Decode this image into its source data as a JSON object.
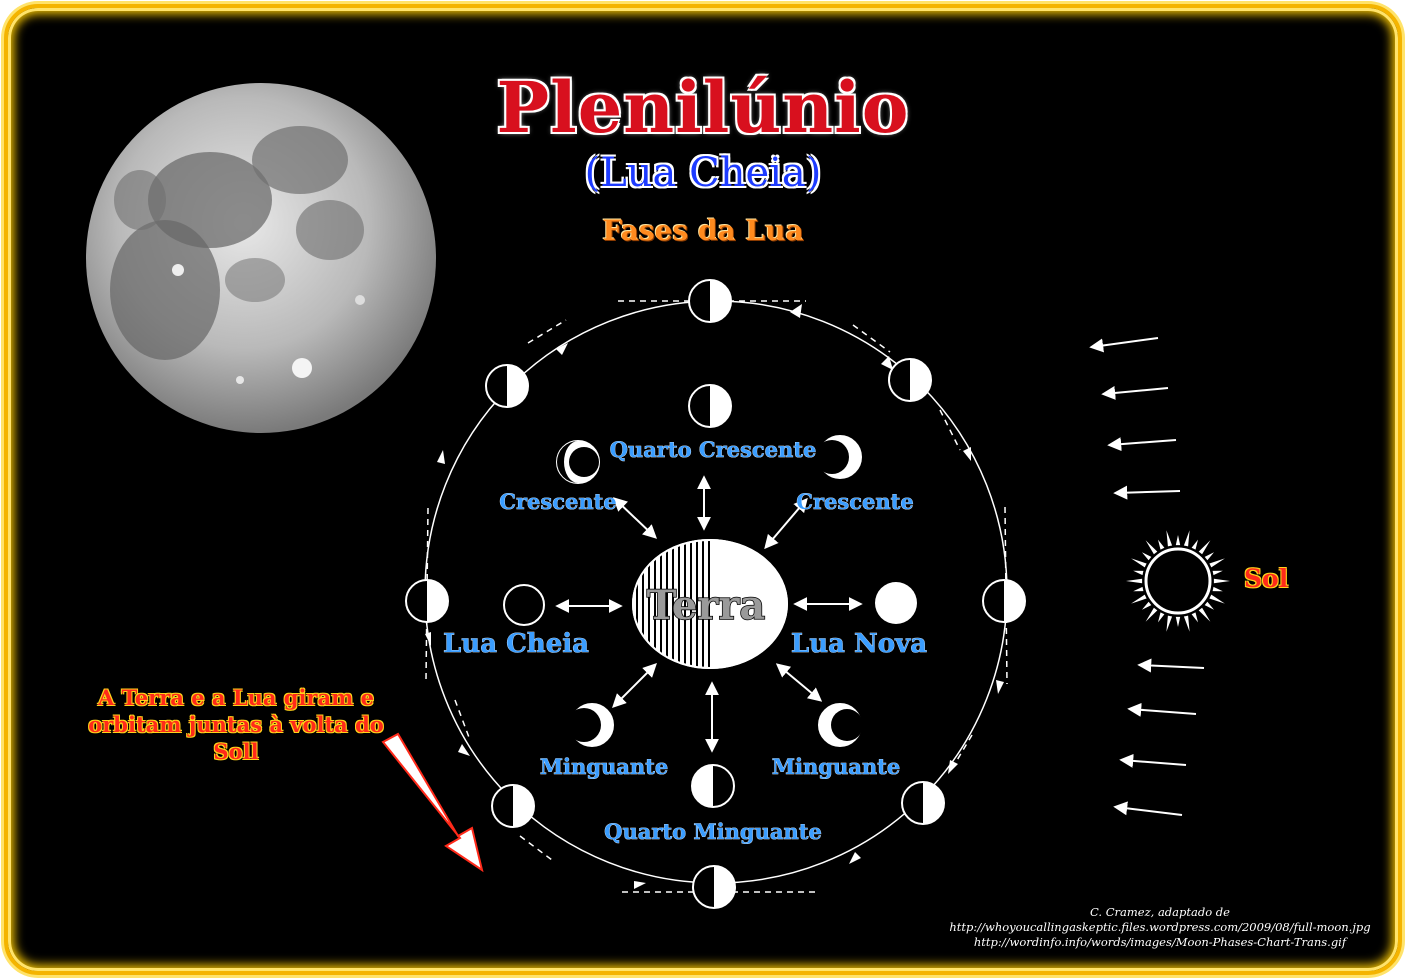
{
  "header": {
    "title": "Plenilúnio",
    "subtitle": "(Lua Cheia)",
    "phases_heading": "Fases da Lua"
  },
  "diagram": {
    "center_label": "Terra",
    "labels": {
      "quarto_crescente": "Quarto Crescente",
      "crescente_left": "Crescente",
      "crescente_right": "Crescente",
      "lua_cheia": "Lua Cheia",
      "lua_nova": "Lua Nova",
      "minguante_left": "Minguante",
      "minguante_right": "Minguante",
      "quarto_minguante": "Quarto Minguante"
    },
    "sun_label": "Sol"
  },
  "note": {
    "text": "A Terra e a Lua giram e orbitam juntas à volta do Soll"
  },
  "credits": {
    "line1": "C. Cramez, adaptado de",
    "line2": "http://whoyoucallingaskeptic.files.wordpress.com/2009/08/full-moon.jpg",
    "line3": "http://wordinfo.info/words/images/Moon-Phases-Chart-Trans.gif"
  },
  "colors": {
    "frame": "#f4b400",
    "title": "#d8101e",
    "subtitle": "#1d3bff",
    "heading": "#ff8a1e",
    "labels": "#3a9dff",
    "note": "#ff2a1a"
  }
}
